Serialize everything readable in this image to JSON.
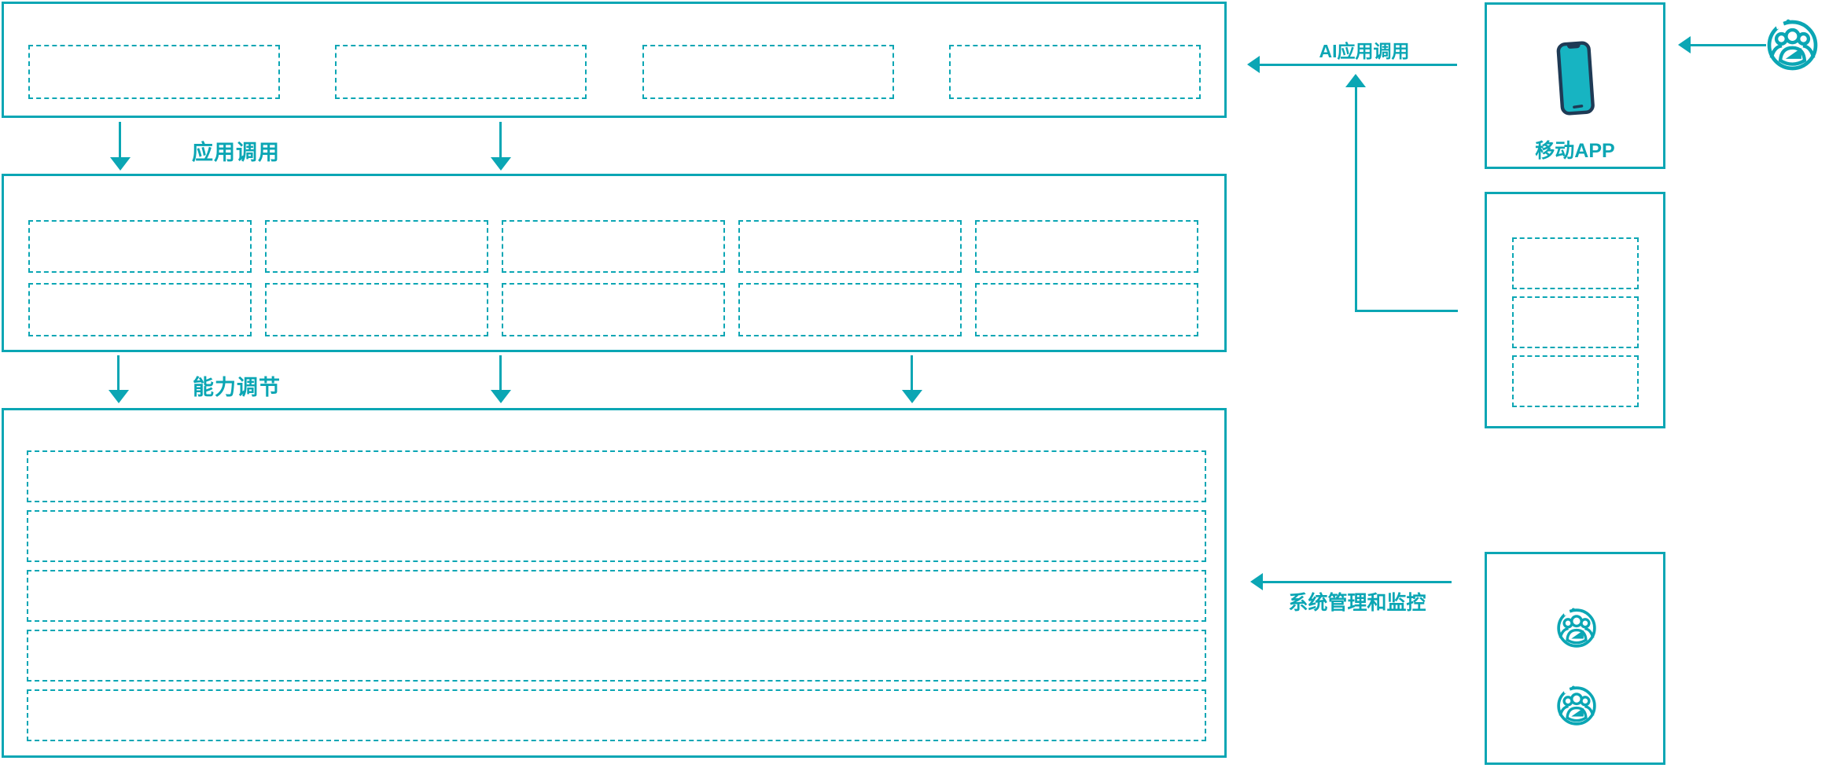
{
  "colors": {
    "teal": "#0BA6B4",
    "phone_screen": "#17B4C2",
    "phone_frame_navy": "#1F3A55",
    "background": "#FFFFFF"
  },
  "flows": {
    "app_call": "应用调用",
    "capability_tuning": "能力调节",
    "ai_app_call": "AI应用调用",
    "system_mgmt": "系统管理和监控"
  },
  "right_panel": {
    "mobile_app_label": "移动APP"
  },
  "layout": {
    "top_placeholders": 4,
    "middle_placeholders": 10,
    "bottom_rows": 5,
    "mgmt_placeholders": 3,
    "monitor_users": 2
  },
  "icons": {
    "phone": "mobile-phone-icon",
    "users": "users-group-icon"
  }
}
